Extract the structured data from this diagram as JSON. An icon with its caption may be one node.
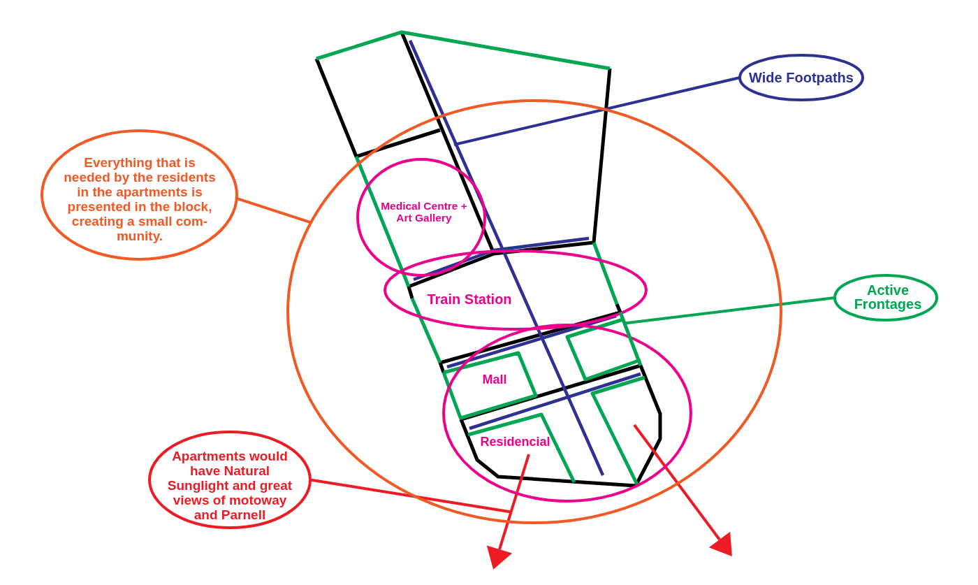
{
  "diagram": {
    "nodes": [
      {
        "text": [
          "Wide Footpaths"
        ]
      },
      {
        "text": [
          "Everything that is needed by the residents in the apartments is presented in the block, creating a small com- munity."
        ]
      },
      {
        "text": [],
        "shape": "circle"
      },
      {
        "text": [
          "Medical Centre + Art Gallery"
        ],
        "in": 2
      },
      {
        "text": [
          "Train Station"
        ],
        "in": 2
      },
      {
        "text": [
          "Active Frontages"
        ]
      },
      {
        "text": [
          "Mall",
          "Residencial"
        ],
        "in": 2
      },
      {
        "text": [
          "Apartments would have Natural Sunglight and great views of motoway and Parnell"
        ]
      },
      {
        "text": [],
        "shape": "line",
        "in": 2
      },
      {
        "text": [],
        "shape": "arrow"
      },
      {
        "text": [],
        "shape": "arrow"
      }
    ],
    "edges": [
      {
        "from": 0,
        "to": null,
        "arrow": "none",
        "color": "#2e3192"
      },
      {
        "from": 1,
        "to": 2,
        "arrow": "none",
        "color": "#f15a24"
      },
      {
        "from": 5,
        "to": 8,
        "arrow": "none",
        "color": "#00a651"
      },
      {
        "from": 7,
        "to": 9,
        "arrow": "none",
        "color": "#ed1c24"
      }
    ]
  }
}
